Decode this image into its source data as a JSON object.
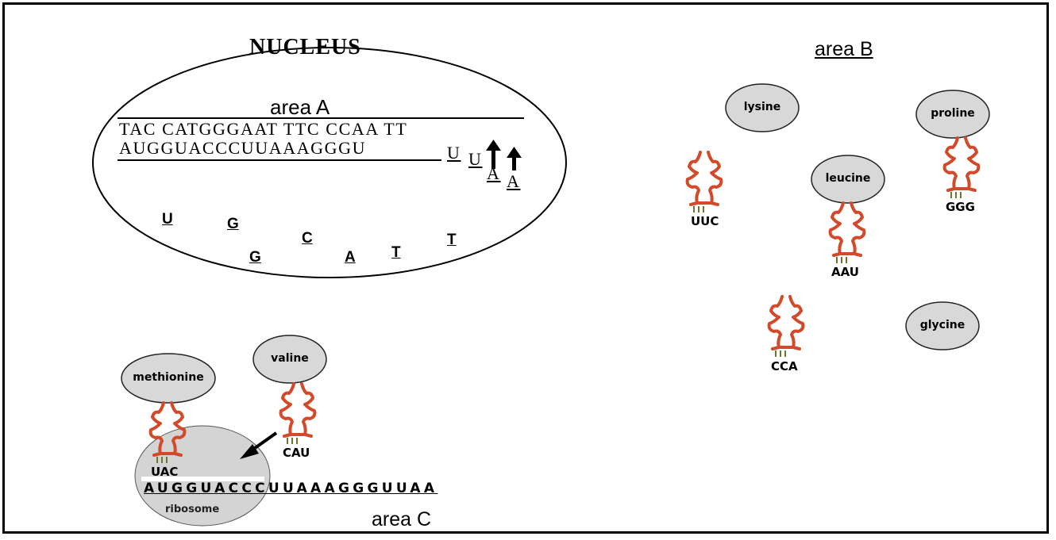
{
  "nucleus": {
    "title": "NUCLEUS",
    "area_label": "area A",
    "dna_strand": "TAC CATGGGAAT TTC CCAA TT",
    "mrna_strand": "AUGGUACCCUUAAAGGGU",
    "mrna_pending": [
      "U",
      "A",
      "A"
    ],
    "free_nucleotides": [
      "U",
      "G",
      "C",
      "G",
      "A",
      "T",
      "T"
    ]
  },
  "areaB": {
    "title": "area B",
    "amino_acids": [
      "lysine",
      "proline",
      "leucine",
      "glycine"
    ],
    "trna_anticodons": [
      "UUC",
      "GGG",
      "AAU",
      "CCA"
    ]
  },
  "areaC": {
    "title": "area C",
    "amino_acids": [
      "methionine",
      "valine"
    ],
    "trna_anticodons": [
      "UAC",
      "CAU"
    ],
    "mrna": "AUGGUACCCUUAAAGGGUUAA",
    "ribosome_label": "ribosome"
  },
  "colors": {
    "trna": "#d24a2a",
    "amino_acid_fill": "#d8d8d8",
    "ribosome_fill": "#d4d4d4",
    "outline": "#000000"
  }
}
